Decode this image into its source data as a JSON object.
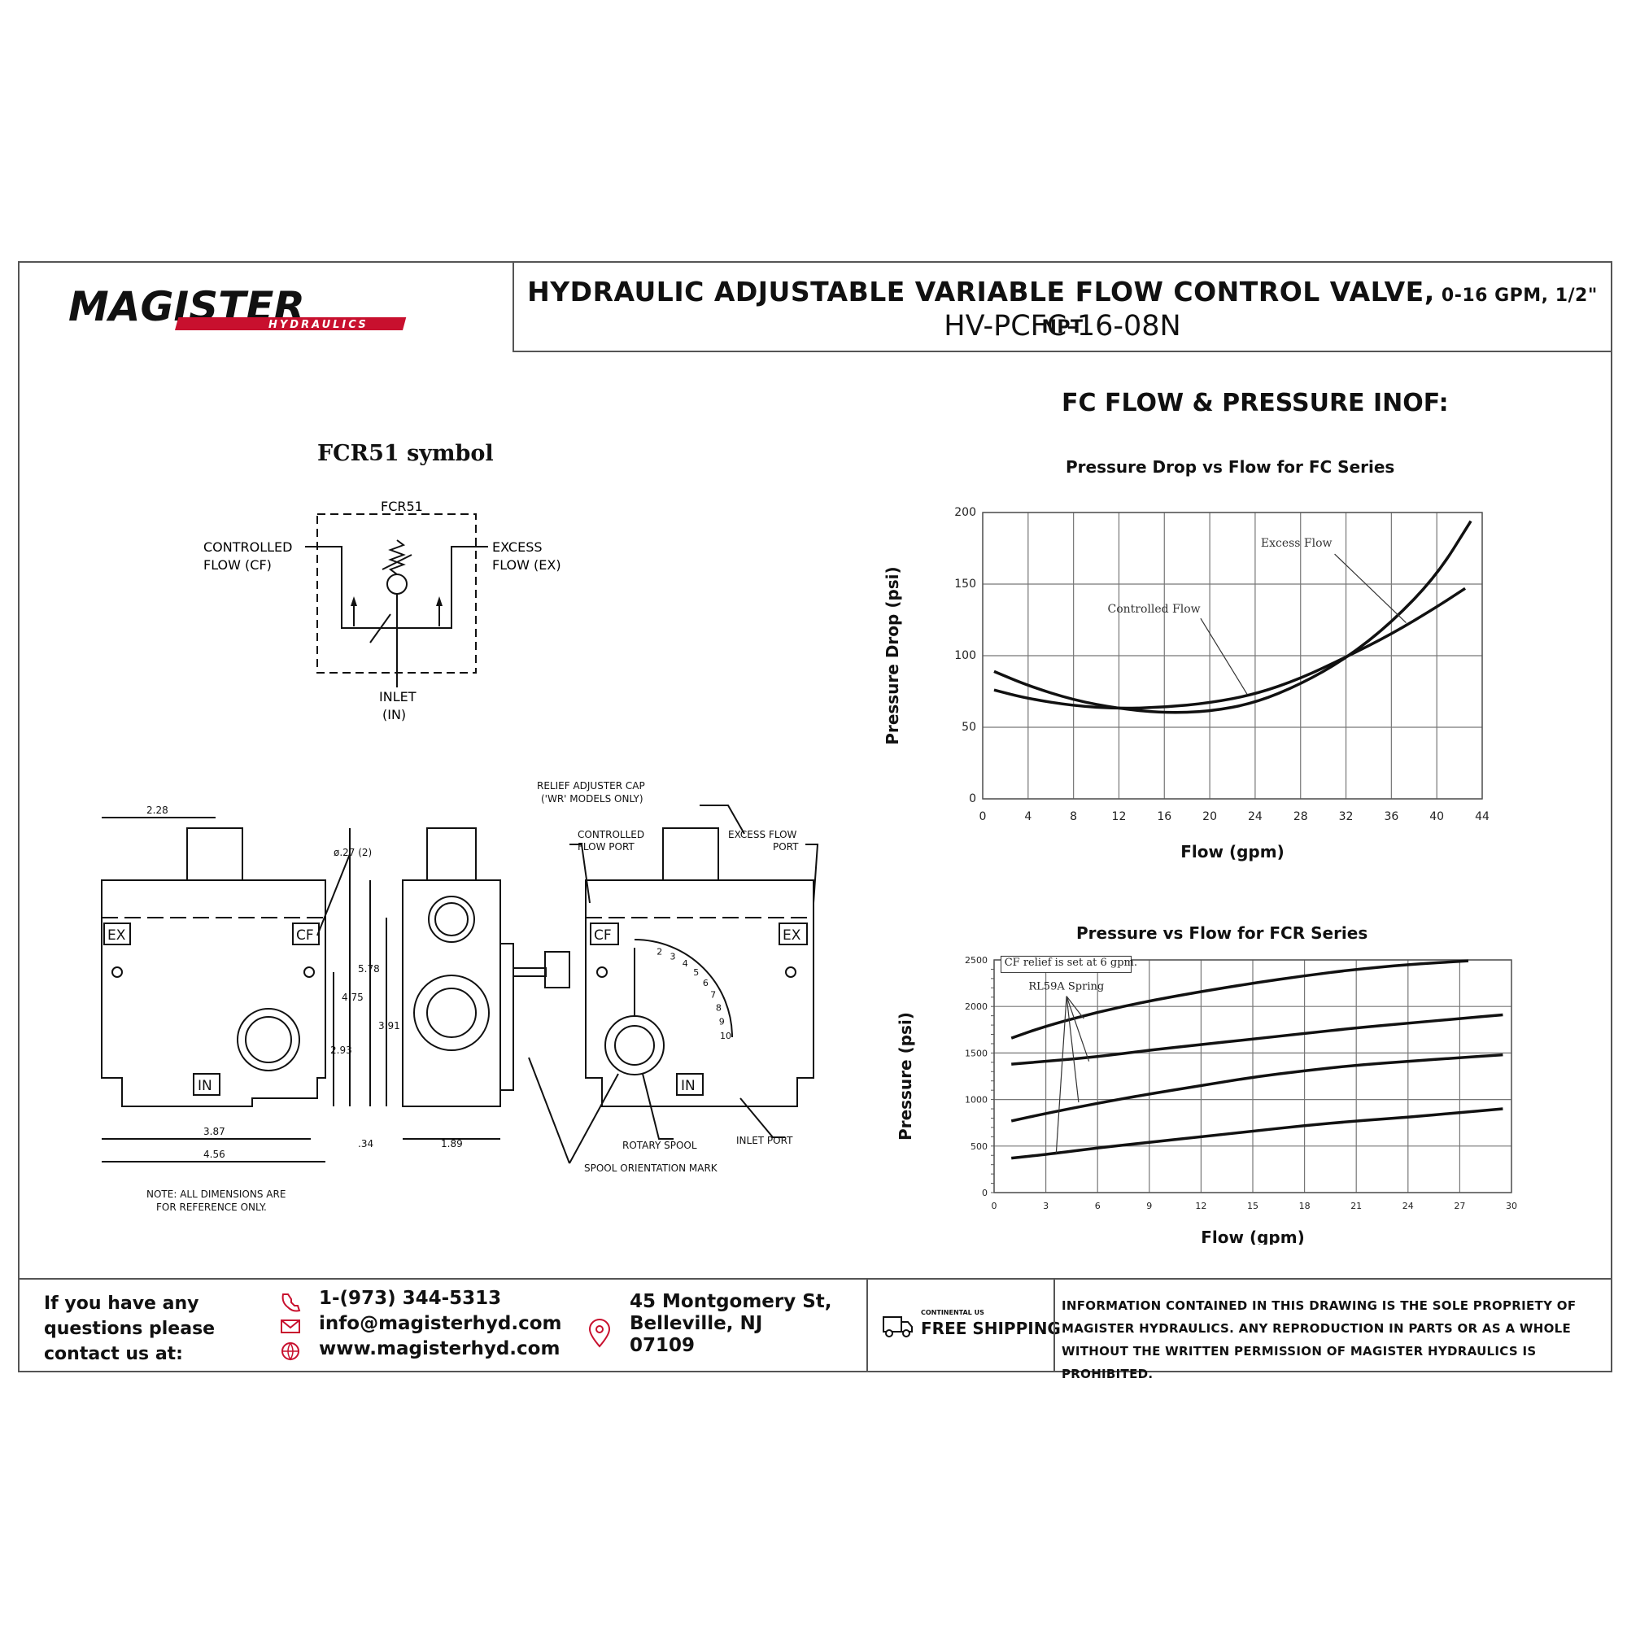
{
  "logo": {
    "brand": "MAGISTER",
    "sub": "HYDRAULICS"
  },
  "title": {
    "main": "HYDRAULIC ADJUSTABLE VARIABLE FLOW CONTROL VALVE,",
    "spec": " 0-16 GPM, 1/2\" NPT",
    "part": "HV-PCFC-16-08N"
  },
  "symbol": {
    "heading": "FCR51 symbol",
    "box_label": "FCR51",
    "cf_label_1": "CONTROLLED",
    "cf_label_2": "FLOW (CF)",
    "ex_label_1": "EXCESS",
    "ex_label_2": "FLOW (EX)",
    "in_label_1": "INLET",
    "in_label_2": "(IN)"
  },
  "drawing": {
    "dim_228": "2.28",
    "dim_027": "ø.27 (2)",
    "dim_578": "5.78",
    "dim_475": "4.75",
    "dim_391": "3.91",
    "dim_293": "2.93",
    "dim_387": "3.87",
    "dim_456": "4.56",
    "dim_034": ".34",
    "dim_189": "1.89",
    "port_ex": "EX",
    "port_cf": "CF",
    "port_in": "IN",
    "relief_1": "RELIEF ADJUSTER CAP",
    "relief_2": "('WR' MODELS ONLY)",
    "cfport_1": "CONTROLLED",
    "cfport_2": "FLOW PORT",
    "export_1": "EXCESS FLOW",
    "export_2": "PORT",
    "rotary": "ROTARY SPOOL",
    "inlet": "INLET PORT",
    "spool_mark": "SPOOL ORIENTATION MARK",
    "note_1": "NOTE: ALL DIMENSIONS ARE",
    "note_2": "FOR REFERENCE ONLY.",
    "dial": [
      "2",
      "3",
      "4",
      "5",
      "6",
      "7",
      "8",
      "9",
      "10"
    ]
  },
  "charts_heading": "FC FLOW & PRESSURE INOF:",
  "chart_data": [
    {
      "type": "line",
      "title": "Pressure Drop vs Flow for FC Series",
      "xlabel": "Flow (gpm)",
      "ylabel": "Pressure Drop (psi)",
      "xlim": [
        0,
        44
      ],
      "ylim": [
        0,
        200
      ],
      "xticks": [
        "0",
        "4",
        "8",
        "12",
        "16",
        "20",
        "24",
        "28",
        "32",
        "36",
        "40",
        "44"
      ],
      "yticks": [
        "0",
        "50",
        "100",
        "150",
        "200"
      ],
      "grid": true,
      "series": [
        {
          "name": "Excess Flow",
          "x": [
            1,
            4,
            8,
            12,
            16,
            20,
            24,
            28,
            32,
            36,
            40,
            43
          ],
          "y": [
            89,
            79,
            69,
            63,
            60,
            61,
            67,
            80,
            98,
            123,
            156,
            194
          ]
        },
        {
          "name": "Controlled Flow",
          "x": [
            1,
            4,
            8,
            12,
            16,
            20,
            24,
            28,
            32,
            36,
            40,
            42.5
          ],
          "y": [
            76,
            70,
            65,
            63,
            64,
            67,
            73,
            84,
            99,
            115,
            134,
            147
          ]
        }
      ],
      "annotations": [
        "Excess Flow",
        "Controlled Flow"
      ]
    },
    {
      "type": "line",
      "title": "Pressure vs Flow for FCR Series",
      "xlabel": "Flow (gpm)",
      "ylabel": "Pressure (psi)",
      "xlim": [
        0,
        30
      ],
      "ylim": [
        0,
        2500
      ],
      "xticks": [
        "0",
        "3",
        "6",
        "9",
        "12",
        "15",
        "18",
        "21",
        "24",
        "27",
        "30"
      ],
      "yticks": [
        "0",
        "500",
        "1000",
        "1500",
        "2000",
        "2500"
      ],
      "grid": true,
      "series": [
        {
          "x": [
            1,
            3,
            6,
            9,
            12,
            15,
            18,
            21,
            24,
            27.5
          ],
          "y": [
            1660,
            1790,
            1940,
            2060,
            2160,
            2250,
            2330,
            2400,
            2450,
            2490
          ]
        },
        {
          "x": [
            1,
            3,
            6,
            9,
            12,
            15,
            18,
            21,
            24,
            27,
            29.5
          ],
          "y": [
            1380,
            1410,
            1460,
            1530,
            1590,
            1650,
            1710,
            1770,
            1820,
            1870,
            1910
          ]
        },
        {
          "x": [
            1,
            3,
            6,
            9,
            12,
            15,
            18,
            21,
            24,
            27,
            29.5
          ],
          "y": [
            770,
            850,
            960,
            1060,
            1150,
            1240,
            1310,
            1370,
            1410,
            1450,
            1480
          ]
        },
        {
          "x": [
            1,
            3,
            6,
            9,
            12,
            15,
            18,
            21,
            24,
            27,
            29.5
          ],
          "y": [
            370,
            410,
            480,
            540,
            600,
            660,
            720,
            770,
            810,
            860,
            900
          ]
        }
      ],
      "annotations": [
        "CF relief is set at 6 gpm.",
        "RL59A Spring"
      ]
    }
  ],
  "footer": {
    "contact_1": "If you have any",
    "contact_2": "questions please",
    "contact_3": "contact us at:",
    "phone": "1-(973) 344-5313",
    "email": "info@magisterhyd.com",
    "web": "www.magisterhyd.com",
    "addr_1": "45 Montgomery St,",
    "addr_2": "Belleville, NJ",
    "addr_3": "07109",
    "ship_small": "CONTINENTAL US",
    "ship": "FREE SHIPPING",
    "notice": "INFORMATION CONTAINED IN THIS DRAWING IS THE SOLE PROPRIETY OF MAGISTER HYDRAULICS. ANY REPRODUCTION IN PARTS OR AS A WHOLE WITHOUT THE WRITTEN PERMISSION OF MAGISTER HYDRAULICS IS PROHIBITED.",
    "colors": {
      "brand_red": "#c8102e",
      "ink": "#111111"
    }
  }
}
